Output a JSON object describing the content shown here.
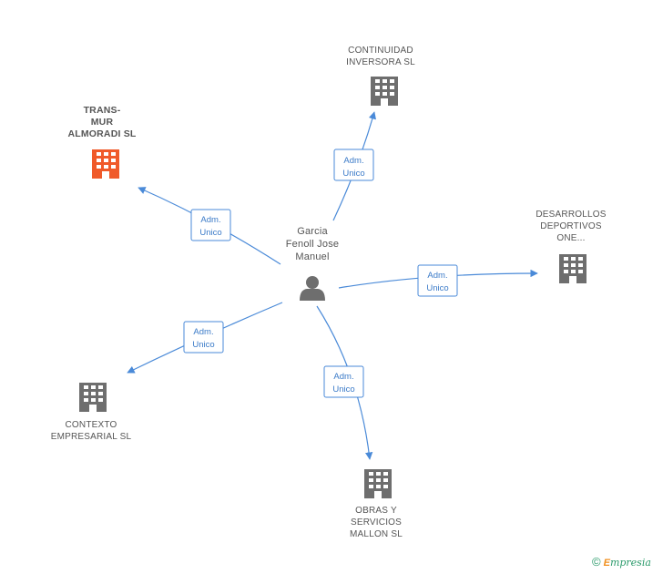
{
  "colors": {
    "edge": "#4a8ad8",
    "building_default": "#6e6e6e",
    "building_highlight": "#f05a2a",
    "person": "#6e6e6e"
  },
  "person": {
    "lines": [
      "Garcia",
      "Fenoll Jose",
      "Manuel"
    ],
    "icon": "person-icon"
  },
  "companies": [
    {
      "id": "continuidad",
      "lines": [
        "CONTINUIDAD",
        "INVERSORA  SL"
      ],
      "icon": "building-icon",
      "highlight": false
    },
    {
      "id": "transmur",
      "lines": [
        "TRANS-",
        "MUR",
        "ALMORADI SL"
      ],
      "icon": "building-icon",
      "highlight": true
    },
    {
      "id": "desarrollos",
      "lines": [
        "DESARROLLOS",
        "DEPORTIVOS",
        "ONE..."
      ],
      "icon": "building-icon",
      "highlight": false
    },
    {
      "id": "contexto",
      "lines": [
        "CONTEXTO",
        "EMPRESARIAL SL"
      ],
      "icon": "building-icon",
      "highlight": false
    },
    {
      "id": "obras",
      "lines": [
        "OBRAS Y",
        "SERVICIOS",
        "MALLON  SL"
      ],
      "icon": "building-icon",
      "highlight": false
    }
  ],
  "relations": [
    {
      "to": "continuidad",
      "lines": [
        "Adm.",
        "Unico"
      ]
    },
    {
      "to": "transmur",
      "lines": [
        "Adm.",
        "Unico"
      ]
    },
    {
      "to": "desarrollos",
      "lines": [
        "Adm.",
        "Unico"
      ]
    },
    {
      "to": "contexto",
      "lines": [
        "Adm.",
        "Unico"
      ]
    },
    {
      "to": "obras",
      "lines": [
        "Adm.",
        "Unico"
      ]
    }
  ],
  "footer": {
    "copyright": "©",
    "brand_initial": "E",
    "brand_rest": "mpresia"
  }
}
